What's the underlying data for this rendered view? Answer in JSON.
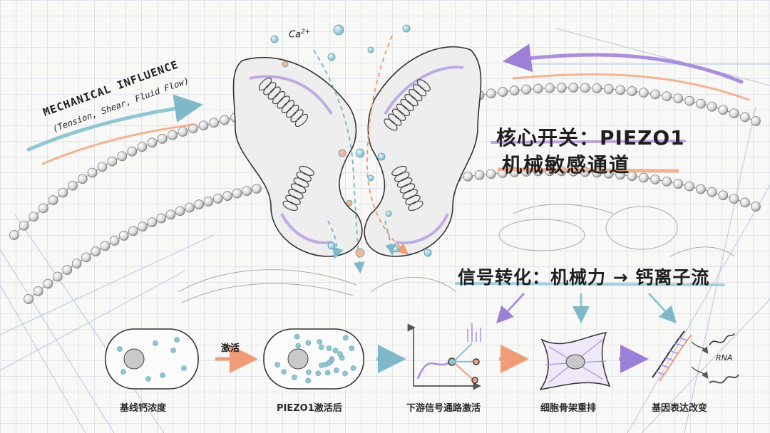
{
  "mechanical": {
    "title": "MECHANICAL INFLUENCE",
    "subtitle": "(Tension, Shear, Fluid Flow)"
  },
  "ion_label": {
    "base": "Ca",
    "charge": "2+"
  },
  "headline": {
    "line1": "核心开关：PIEZO1",
    "line2": "机械敏感通道"
  },
  "signal_line": "信号转化：机械力 → 钙离子流",
  "activation_label": "激活",
  "rna_label": "RNA",
  "steps": [
    {
      "label": "基线钙浓度"
    },
    {
      "label": "PIEZO1激活后"
    },
    {
      "label": "下游信号通路激活"
    },
    {
      "label": "细胞骨架重排"
    },
    {
      "label": "基因表达改变"
    }
  ],
  "colors": {
    "teal": "#8fc6d4",
    "orange": "#f2a37c",
    "purple": "#a98fdc",
    "ink": "#2a2a2a"
  }
}
